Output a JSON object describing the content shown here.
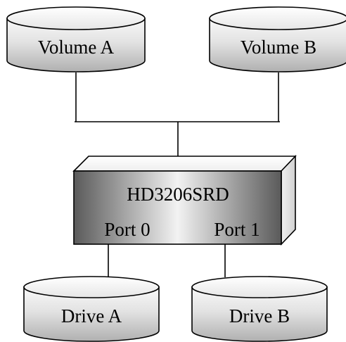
{
  "volumes": [
    {
      "label": "Volume A"
    },
    {
      "label": "Volume B"
    }
  ],
  "device": {
    "label": "HD3206SRD",
    "ports": [
      {
        "label": "Port 0"
      },
      {
        "label": "Port 1"
      }
    ]
  },
  "drives": [
    {
      "label": "Drive A"
    },
    {
      "label": "Drive B"
    }
  ],
  "colors": {
    "stroke": "#000000",
    "cylinder_light": "#f7f7f7",
    "cylinder_dark": "#b8b8b8",
    "device_light": "#f5f5f5",
    "device_dark": "#5f5f5f"
  }
}
